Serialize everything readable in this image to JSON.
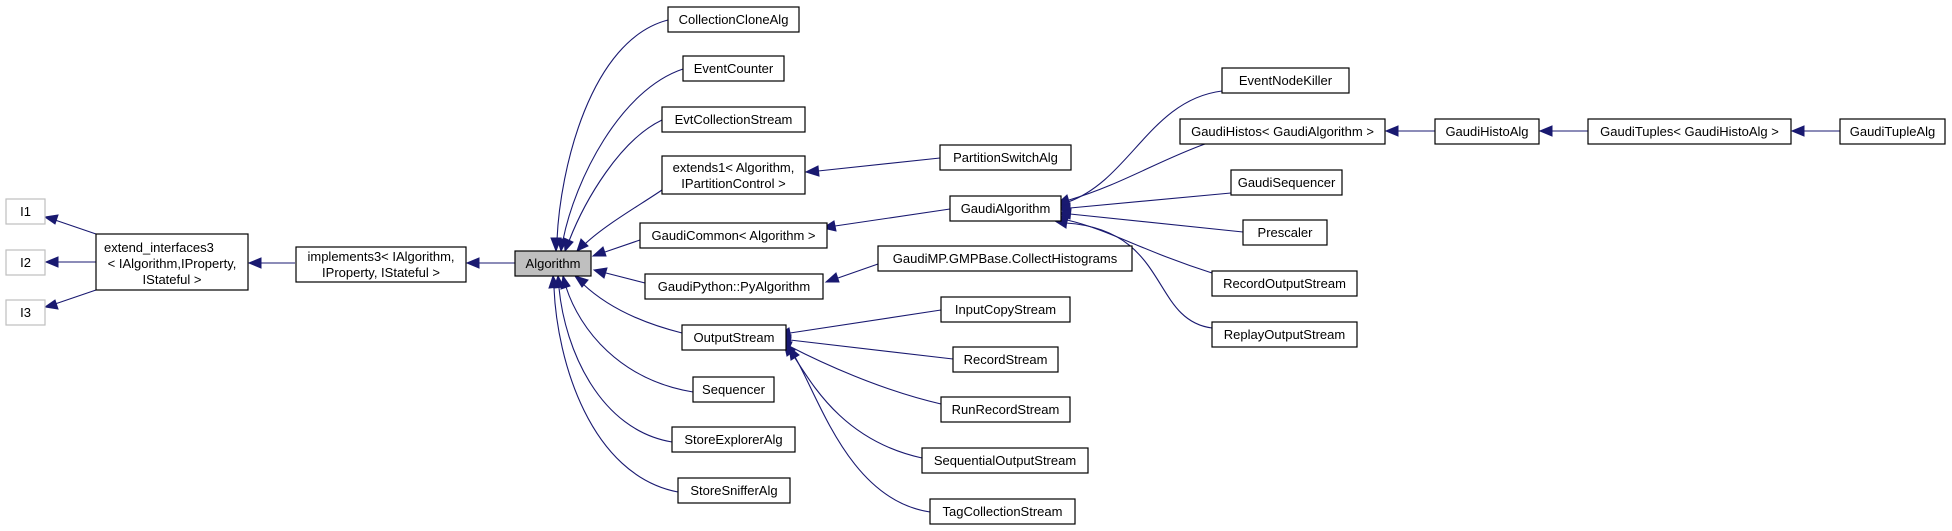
{
  "colors": {
    "edge": "#191970",
    "focus_fill": "#bfbfbf",
    "box_border": "#000000",
    "gray_border": "#bfbfbf"
  },
  "nodes": {
    "i1": "I1",
    "i2": "I2",
    "i3": "I3",
    "extend_interfaces3": [
      "extend_interfaces3",
      "< IAlgorithm,IProperty,",
      "IStateful >"
    ],
    "implements3": [
      "implements3< IAlgorithm,",
      "IProperty, IStateful >"
    ],
    "algorithm": "Algorithm",
    "collection_clone_alg": "CollectionCloneAlg",
    "event_counter": "EventCounter",
    "evt_collection_stream": "EvtCollectionStream",
    "extends1": [
      "extends1< Algorithm,",
      "IPartitionControl >"
    ],
    "gaudi_common": "GaudiCommon< Algorithm >",
    "gaudi_python_pyalgorithm": "GaudiPython::PyAlgorithm",
    "output_stream": "OutputStream",
    "sequencer": "Sequencer",
    "store_explorer_alg": "StoreExplorerAlg",
    "store_sniffer_alg": "StoreSnifferAlg",
    "partition_switch_alg": "PartitionSwitchAlg",
    "gaudi_algorithm": "GaudiAlgorithm",
    "gaudimp_collect_histograms": "GaudiMP.GMPBase.CollectHistograms",
    "input_copy_stream": "InputCopyStream",
    "record_stream": "RecordStream",
    "run_record_stream": "RunRecordStream",
    "sequential_output_stream": "SequentialOutputStream",
    "tag_collection_stream": "TagCollectionStream",
    "event_node_killer": "EventNodeKiller",
    "gaudi_histos": "GaudiHistos< GaudiAlgorithm >",
    "gaudi_sequencer": "GaudiSequencer",
    "prescaler": "Prescaler",
    "record_output_stream": "RecordOutputStream",
    "replay_output_stream": "ReplayOutputStream",
    "gaudi_histo_alg": "GaudiHistoAlg",
    "gaudi_tuples": "GaudiTuples< GaudiHistoAlg >",
    "gaudi_tuple_alg": "GaudiTupleAlg"
  }
}
